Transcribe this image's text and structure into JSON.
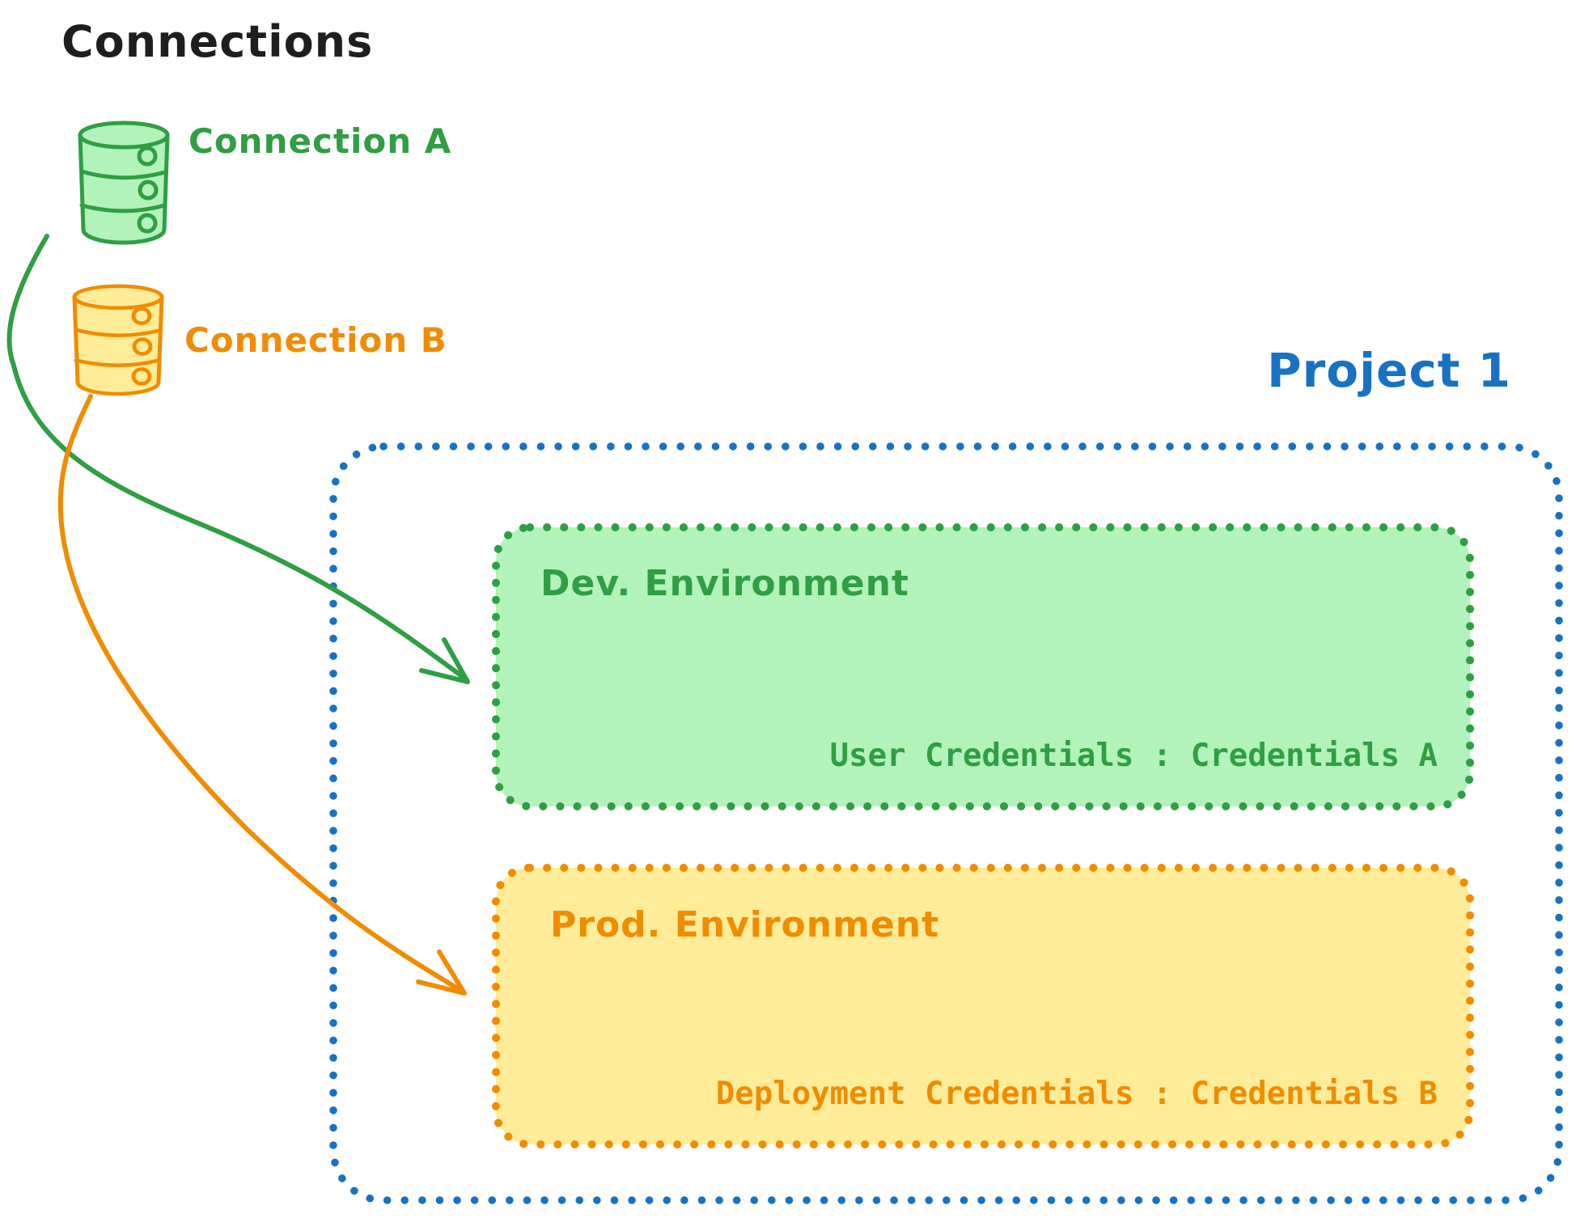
{
  "title": {
    "text": "Connections",
    "color": "#1e1e1e"
  },
  "connections": [
    {
      "label": "Connection A",
      "stroke_color": "#2f9e44",
      "fill_color": "#b2f2bb",
      "icon": "database-icon"
    },
    {
      "label": "Connection B",
      "stroke_color": "#f08c00",
      "fill_color": "#ffec99",
      "icon": "database-icon"
    }
  ],
  "project": {
    "label": "Project 1",
    "border_color": "#1971c2",
    "environments": [
      {
        "name": "Dev. Environment",
        "credentials": "User Credentials : Credentials A",
        "stroke_color": "#2f9e44",
        "fill_color": "#b2f2bb"
      },
      {
        "name": "Prod. Environment",
        "credentials": "Deployment Credentials : Credentials B",
        "stroke_color": "#f08c00",
        "fill_color": "#ffec99"
      }
    ]
  },
  "arrows": [
    {
      "from": "Connection A",
      "to": "Dev. Environment",
      "color": "#2f9e44"
    },
    {
      "from": "Connection B",
      "to": "Prod. Environment",
      "color": "#f08c00"
    }
  ]
}
